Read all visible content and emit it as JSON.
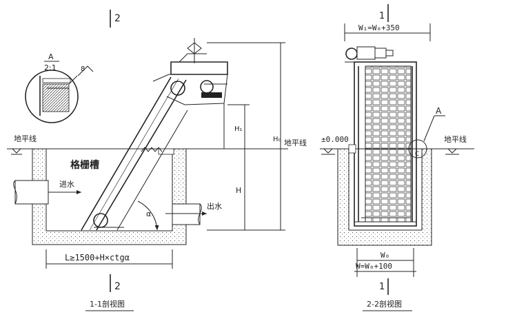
{
  "left_view": {
    "section_mark_top": "2",
    "section_mark_bottom": "2",
    "detail_ref": "A",
    "detail_scale": "2:1",
    "weld_symbol": "8",
    "ground_line": "地平线",
    "ground_line_right": "地平线",
    "channel_label": "格栅槽",
    "inlet_label": "进水",
    "outlet_label": "出水",
    "angle_label": "α",
    "h1_label": "H₁",
    "h_label": "H",
    "h0_label": "H₀",
    "length_formula": "L≥1500+H×ctgα",
    "caption": "1-1剖视图"
  },
  "right_view": {
    "section_mark_top": "1",
    "section_mark_bottom": "1",
    "top_width": "W₁=W₀+350",
    "elevation": "±0.000",
    "ground_line": "地平线",
    "detail_ref": "A",
    "detail_mark": "C",
    "inner_width": "W₀",
    "outer_width": "W=W₀+100",
    "caption": "2-2剖视图"
  }
}
